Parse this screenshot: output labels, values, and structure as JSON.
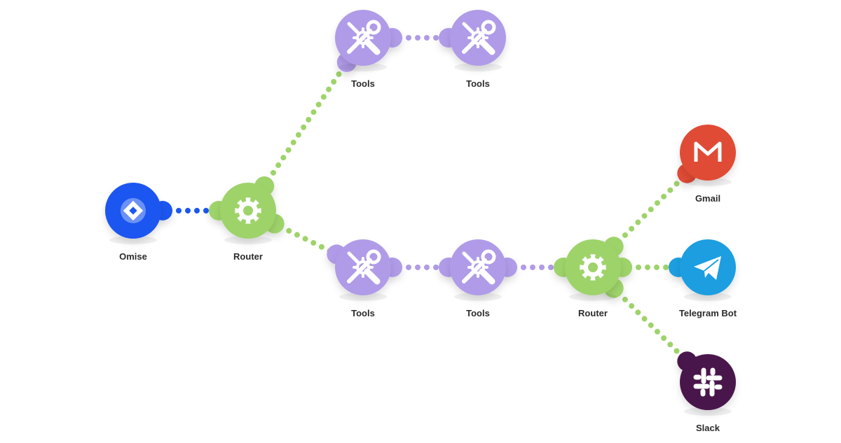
{
  "scenario": {
    "modules": [
      {
        "id": "omise",
        "label": "Omise",
        "app": "omise",
        "icon": "omise-logo-icon",
        "color": "#1a56f0"
      },
      {
        "id": "router1",
        "label": "Router",
        "app": "router",
        "icon": "gear-icon",
        "color": "#9ed36a"
      },
      {
        "id": "tools1",
        "label": "Tools",
        "app": "tools",
        "icon": "wrench-screwdriver-icon",
        "color": "#b09be8"
      },
      {
        "id": "tools2",
        "label": "Tools",
        "app": "tools",
        "icon": "wrench-screwdriver-icon",
        "color": "#b09be8"
      },
      {
        "id": "tools3",
        "label": "Tools",
        "app": "tools",
        "icon": "wrench-screwdriver-icon",
        "color": "#b09be8"
      },
      {
        "id": "tools4",
        "label": "Tools",
        "app": "tools",
        "icon": "wrench-screwdriver-icon",
        "color": "#b09be8"
      },
      {
        "id": "router2",
        "label": "Router",
        "app": "router",
        "icon": "gear-icon",
        "color": "#9ed36a"
      },
      {
        "id": "gmail",
        "label": "Gmail",
        "app": "gmail",
        "icon": "gmail-m-icon",
        "color": "#e04b36"
      },
      {
        "id": "telegram",
        "label": "Telegram Bot",
        "app": "telegram",
        "icon": "paper-plane-icon",
        "color": "#1e9ee0"
      },
      {
        "id": "slack",
        "label": "Slack",
        "app": "slack",
        "icon": "slack-hash-icon",
        "color": "#4a154b"
      }
    ],
    "connections": [
      {
        "from": "omise",
        "to": "router1",
        "color": "#1a56f0"
      },
      {
        "from": "router1",
        "to": "tools1",
        "color": "#9ed36a"
      },
      {
        "from": "tools1",
        "to": "tools2",
        "color": "#b09be8"
      },
      {
        "from": "router1",
        "to": "tools3",
        "color": "#9ed36a"
      },
      {
        "from": "tools3",
        "to": "tools4",
        "color": "#b09be8"
      },
      {
        "from": "tools4",
        "to": "router2",
        "color": "#b09be8"
      },
      {
        "from": "router2",
        "to": "gmail",
        "color": "#9ed36a"
      },
      {
        "from": "router2",
        "to": "telegram",
        "color": "#9ed36a"
      },
      {
        "from": "router2",
        "to": "slack",
        "color": "#9ed36a"
      }
    ]
  }
}
